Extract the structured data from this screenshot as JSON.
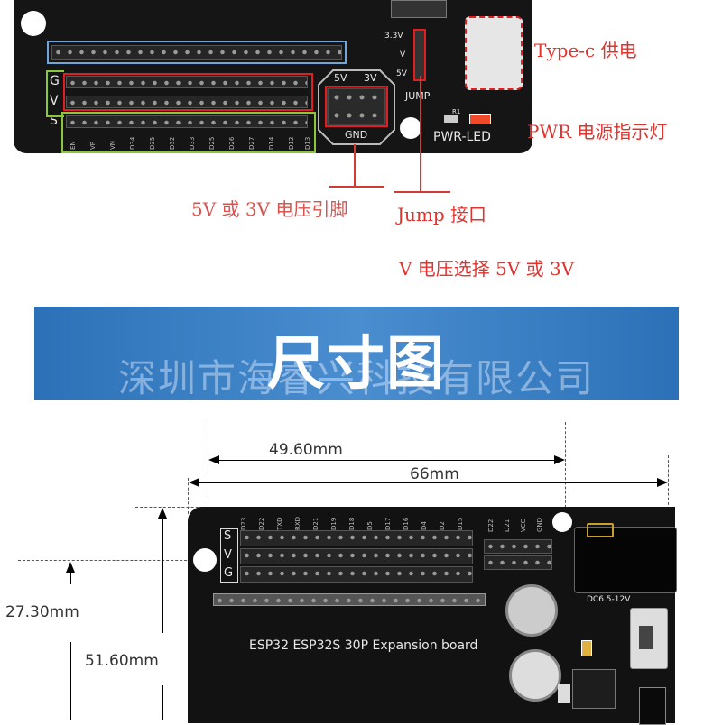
{
  "top_section": {
    "board": {
      "row_labels": [
        "G",
        "V",
        "S"
      ],
      "pin_labels": [
        "EN",
        "VP",
        "VN",
        "D34",
        "D35",
        "D32",
        "D33",
        "D25",
        "D26",
        "D27",
        "D14",
        "D12",
        "D13"
      ],
      "voltage_labels": {
        "v5": "5V",
        "v3": "3V",
        "gnd": "GND"
      },
      "jump_labels": {
        "v33": "3.3V",
        "v": "V",
        "v5": "5V",
        "jump": "JUMP"
      },
      "led_label": "PWR-LED",
      "r1": "R1"
    },
    "callouts": {
      "typec": "Type-c 供电",
      "pwr": "PWR 电源指示灯",
      "pin5v3v": "5V 或 3V 电压引脚",
      "jump": "Jump 接口",
      "vselect": "V 电压选择 5V 或 3V"
    }
  },
  "banner": {
    "title": "尺寸图",
    "watermark": "深圳市海睿兴科技有限公司"
  },
  "bottom_section": {
    "dimensions": {
      "width_inner": "49.60mm",
      "width_total": "66mm",
      "height_small": "27.30mm",
      "height_large": "51.60mm"
    },
    "board": {
      "row_labels": [
        "S",
        "V",
        "G"
      ],
      "pin_labels": [
        "D23",
        "D22",
        "TXD",
        "RXD",
        "D21",
        "D19",
        "D18",
        "D5",
        "D17",
        "D16",
        "D4",
        "D2",
        "D15"
      ],
      "right_pins": [
        "D22",
        "D21",
        "VCC",
        "GND"
      ],
      "dc_label": "DC6.5-12V",
      "caption": "ESP32 ESP32S 30P Expansion board"
    }
  },
  "colors": {
    "callout_red": "#e0332e",
    "banner_blue": "#2c70b7",
    "board_black": "#151515",
    "highlight_blue": "#6fa7dd",
    "highlight_green": "#8cc63f"
  }
}
